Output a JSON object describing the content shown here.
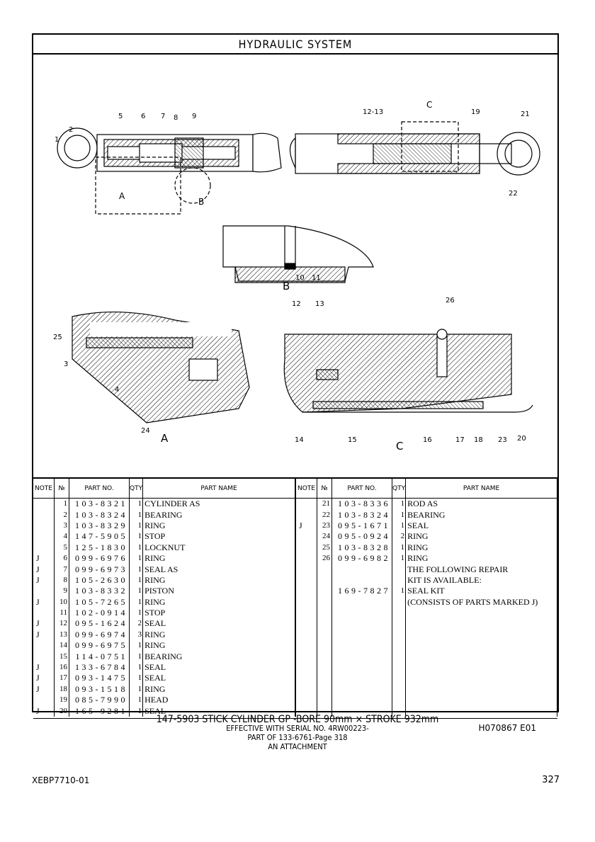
{
  "page_title": "HYDRAULIC SYSTEM",
  "callouts": {
    "top": [
      "1",
      "2",
      "5",
      "6",
      "7",
      "8",
      "9",
      "12-13",
      "19",
      "21",
      "22"
    ],
    "view_letters": [
      "A",
      "B",
      "C"
    ],
    "detail_b": [
      "10",
      "11"
    ],
    "detail_a": [
      "25",
      "3",
      "4",
      "24"
    ],
    "detail_c": [
      "12",
      "13",
      "26",
      "14",
      "15",
      "16",
      "17",
      "18",
      "23",
      "20"
    ]
  },
  "table_headers": {
    "note": "NOTE",
    "no": "№",
    "part_no": "PART NO.",
    "qty": "QTY",
    "part_name": "PART NAME"
  },
  "parts_left": [
    {
      "note": "",
      "no": "1",
      "part_no": "103-8321",
      "qty": "1",
      "name": "CYLINDER AS"
    },
    {
      "note": "",
      "no": "2",
      "part_no": "103-8324",
      "qty": "1",
      "name": " BEARING"
    },
    {
      "note": "",
      "no": "3",
      "part_no": "103-8329",
      "qty": "1",
      "name": "RING"
    },
    {
      "note": "",
      "no": "4",
      "part_no": "147-5905",
      "qty": "1",
      "name": "STOP"
    },
    {
      "note": "",
      "no": "5",
      "part_no": "125-1830",
      "qty": "1",
      "name": "LOCKNUT"
    },
    {
      "note": "J",
      "no": "6",
      "part_no": "099-6976",
      "qty": "1",
      "name": "RING"
    },
    {
      "note": "J",
      "no": "7",
      "part_no": "099-6973",
      "qty": "1",
      "name": "SEAL AS"
    },
    {
      "note": "J",
      "no": "8",
      "part_no": "105-2630",
      "qty": "1",
      "name": "RING"
    },
    {
      "note": "",
      "no": "9",
      "part_no": "103-8332",
      "qty": "1",
      "name": "PISTON"
    },
    {
      "note": "J",
      "no": "10",
      "part_no": "105-7265",
      "qty": "1",
      "name": "RING"
    },
    {
      "note": "",
      "no": "11",
      "part_no": "102-0914",
      "qty": "1",
      "name": "STOP"
    },
    {
      "note": "J",
      "no": "12",
      "part_no": "095-1624",
      "qty": "2",
      "name": "SEAL"
    },
    {
      "note": "J",
      "no": "13",
      "part_no": "099-6974",
      "qty": "3",
      "name": "RING"
    },
    {
      "note": "",
      "no": "14",
      "part_no": "099-6975",
      "qty": "1",
      "name": "RING"
    },
    {
      "note": "",
      "no": "15",
      "part_no": "114-0751",
      "qty": "1",
      "name": "BEARING"
    },
    {
      "note": "J",
      "no": "16",
      "part_no": "133-6784",
      "qty": "1",
      "name": "SEAL"
    },
    {
      "note": "J",
      "no": "17",
      "part_no": "093-1475",
      "qty": "1",
      "name": "SEAL"
    },
    {
      "note": "J",
      "no": "18",
      "part_no": "093-1518",
      "qty": "1",
      "name": "RING"
    },
    {
      "note": "",
      "no": "19",
      "part_no": "085-7990",
      "qty": "1",
      "name": "HEAD"
    },
    {
      "note": "J",
      "no": "20",
      "part_no": "165-9281",
      "qty": "1",
      "name": "SEAL"
    }
  ],
  "parts_right": [
    {
      "note": "",
      "no": "21",
      "part_no": "103-8336",
      "qty": "1",
      "name": "ROD AS"
    },
    {
      "note": "",
      "no": "22",
      "part_no": "103-8324",
      "qty": "1",
      "name": " BEARING"
    },
    {
      "note": "J",
      "no": "23",
      "part_no": "095-1671",
      "qty": "1",
      "name": "SEAL"
    },
    {
      "note": "",
      "no": "24",
      "part_no": "095-0924",
      "qty": "2",
      "name": "RING"
    },
    {
      "note": "",
      "no": "25",
      "part_no": "103-8328",
      "qty": "1",
      "name": "RING"
    },
    {
      "note": "",
      "no": "26",
      "part_no": "099-6982",
      "qty": "1",
      "name": "RING"
    },
    {
      "note": "",
      "no": "",
      "part_no": "",
      "qty": "",
      "name": "THE FOLLOWING REPAIR"
    },
    {
      "note": "",
      "no": "",
      "part_no": "",
      "qty": "",
      "name": "KIT IS AVAILABLE:"
    },
    {
      "note": "",
      "no": "",
      "part_no": "169-7827",
      "qty": "1",
      "name": "SEAL KIT"
    },
    {
      "note": "",
      "no": "",
      "part_no": "",
      "qty": "",
      "name": "(CONSISTS OF PARTS MARKED J)"
    },
    {
      "note": "",
      "no": "",
      "part_no": "",
      "qty": "",
      "name": ""
    },
    {
      "note": "",
      "no": "",
      "part_no": "",
      "qty": "",
      "name": ""
    },
    {
      "note": "",
      "no": "",
      "part_no": "",
      "qty": "",
      "name": ""
    },
    {
      "note": "",
      "no": "",
      "part_no": "",
      "qty": "",
      "name": ""
    },
    {
      "note": "",
      "no": "",
      "part_no": "",
      "qty": "",
      "name": ""
    },
    {
      "note": "",
      "no": "",
      "part_no": "",
      "qty": "",
      "name": ""
    },
    {
      "note": "",
      "no": "",
      "part_no": "",
      "qty": "",
      "name": ""
    },
    {
      "note": "",
      "no": "",
      "part_no": "",
      "qty": "",
      "name": ""
    },
    {
      "note": "",
      "no": "",
      "part_no": "",
      "qty": "",
      "name": ""
    },
    {
      "note": "",
      "no": "",
      "part_no": "",
      "qty": "",
      "name": ""
    }
  ],
  "illustration_ref": "H070867  E01",
  "caption": {
    "line1": "147-5903 STICK CYLINDER GP -BORE 90mm × STROKE 932mm",
    "line2": "EFFECTIVE WITH SERIAL NO. 4RW00223-",
    "line3": "PART OF 133-6761-Page 318",
    "line4": "AN ATTACHMENT"
  },
  "doc_code": "XEBP7710-01",
  "page_number": "327"
}
